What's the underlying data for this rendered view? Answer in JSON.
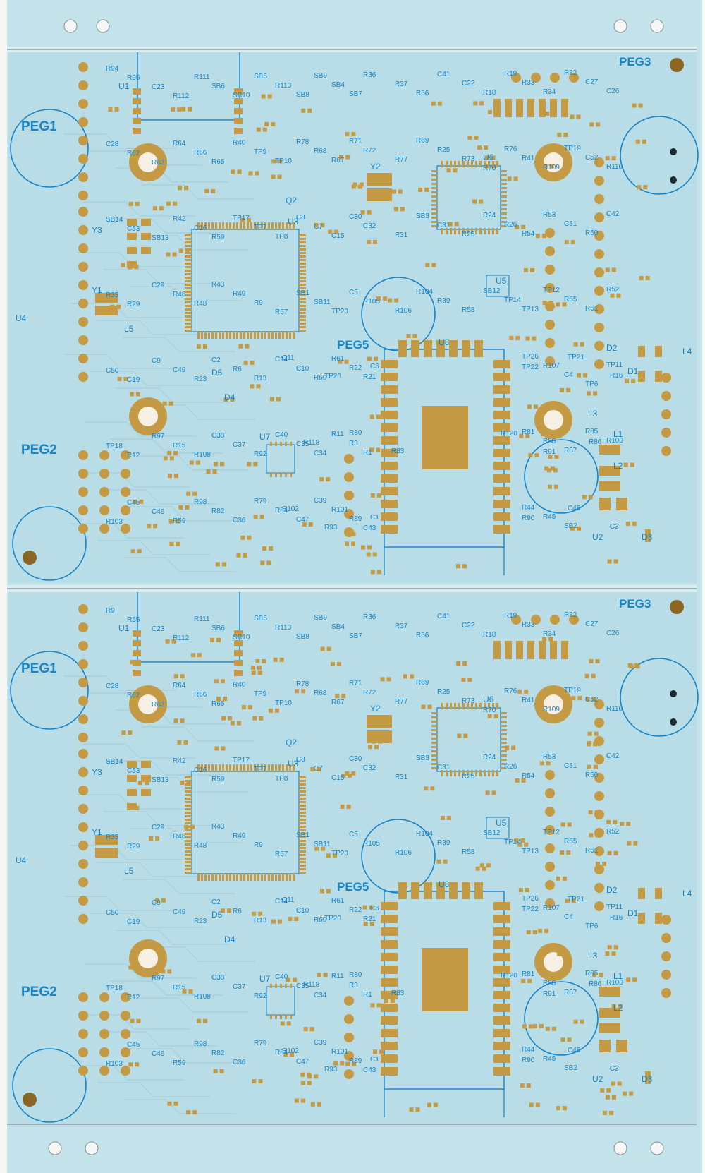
{
  "colors": {
    "background": "#f7f8f6",
    "board": "#b9dde6",
    "rail": "#c4e2ea",
    "silkscreen": "#1684c9",
    "pad": "#c49a45",
    "pad_dark": "#8a6524",
    "trace": "#a9d2dc",
    "separator": "#7d8f93"
  },
  "panel": {
    "boards": [
      {
        "id": "top",
        "peg_labels": [
          "PEG1",
          "PEG2",
          "PEG3",
          "PEG5"
        ],
        "ic_labels": [
          "U1",
          "U2",
          "U3",
          "U4",
          "U5",
          "U6",
          "U7",
          "U8",
          "Y1",
          "Y2",
          "Y3",
          "Q2",
          "D1",
          "D2",
          "D3",
          "D4",
          "D5",
          "L1",
          "L2",
          "L3",
          "L4",
          "L5"
        ],
        "small_labels": [
          "R94",
          "R95",
          "C23",
          "R112",
          "R111",
          "SB6",
          "SB10",
          "SB5",
          "R113",
          "SB8",
          "SB9",
          "SB4",
          "SB7",
          "R36",
          "R37",
          "R56",
          "C41",
          "C22",
          "R18",
          "R19",
          "R33",
          "R34",
          "R32",
          "C27",
          "C26",
          "C28",
          "R62",
          "R63",
          "R64",
          "R66",
          "R65",
          "R40",
          "TP9",
          "TP10",
          "R78",
          "R68",
          "R67",
          "R71",
          "R72",
          "R77",
          "R69",
          "R25",
          "R73",
          "R70",
          "R76",
          "R41",
          "R109",
          "TP19",
          "C52",
          "R110",
          "SB14",
          "C53",
          "SB13",
          "R42",
          "C16",
          "R59",
          "TP17",
          "TP7",
          "TP8",
          "C8",
          "C7",
          "C15",
          "C30",
          "C32",
          "R31",
          "SB3",
          "C31",
          "R25",
          "R24",
          "R26",
          "R54",
          "R53",
          "C51",
          "R50",
          "C42",
          "R35",
          "R29",
          "C29",
          "R46",
          "R48",
          "R43",
          "R49",
          "R9",
          "R57",
          "SB1",
          "SB11",
          "TP23",
          "C5",
          "R105",
          "R106",
          "R104",
          "R39",
          "R58",
          "SB12",
          "TP14",
          "TP13",
          "TP12",
          "R55",
          "R51",
          "R52",
          "C50",
          "C19",
          "C9",
          "C49",
          "R23",
          "C2",
          "R6",
          "R13",
          "C14",
          "C10",
          "R60",
          "R61",
          "R22",
          "R21",
          "C11",
          "TP22",
          "TP20",
          "TP21",
          "C6",
          "R16",
          "TP26",
          "R107",
          "C4",
          "TP6",
          "TP11",
          "TP18",
          "R12",
          "R97",
          "R15",
          "R108",
          "C38",
          "C37",
          "R92",
          "C40",
          "C35",
          "C34",
          "R11",
          "R3",
          "R1",
          "R120",
          "R118",
          "R91",
          "R80",
          "R86",
          "R83",
          "R81",
          "R88",
          "R87",
          "R85",
          "R100",
          "R103",
          "C45",
          "C46",
          "R59",
          "R98",
          "R82",
          "C36",
          "R79",
          "R84",
          "C47",
          "C39",
          "R101",
          "R89",
          "C43",
          "R102",
          "R90",
          "R93",
          "C48",
          "C1",
          "C3",
          "R44",
          "R45",
          "SB2"
        ]
      },
      {
        "id": "bottom",
        "peg_labels": [
          "PEG1",
          "PEG2",
          "PEG3",
          "PEG5"
        ],
        "ic_labels": [
          "U1",
          "U2",
          "U3",
          "U4",
          "U5",
          "U6",
          "U7",
          "U8",
          "Y1",
          "Y2",
          "Y3",
          "Q2",
          "D1",
          "D2",
          "D3",
          "D4",
          "D5",
          "L1",
          "L2",
          "L3",
          "L4",
          "L5"
        ],
        "small_labels": [
          "R9",
          "R55",
          "C23",
          "R112",
          "R111",
          "SB6",
          "SB10",
          "SB5",
          "R113",
          "SB8",
          "SB9",
          "SB4",
          "SB7",
          "R36",
          "R37",
          "R56",
          "C41",
          "C22",
          "R18",
          "R19",
          "R33",
          "R34",
          "R32",
          "C27",
          "C26",
          "C28",
          "R62",
          "R63",
          "R64",
          "R66",
          "R65",
          "R40",
          "TP9",
          "TP10",
          "R78",
          "R68",
          "R67",
          "R71",
          "R72",
          "R77",
          "R69",
          "R25",
          "R73",
          "R70",
          "R76",
          "R41",
          "R109",
          "TP19",
          "C52",
          "R110",
          "SB14",
          "C53",
          "SB13",
          "R42",
          "C16",
          "R59",
          "TP17",
          "TP7",
          "TP8",
          "C8",
          "C7",
          "C15",
          "C30",
          "C32",
          "R31",
          "SB3",
          "C31",
          "R25",
          "R24",
          "R26",
          "R54",
          "R53",
          "C51",
          "R50",
          "C42",
          "R35",
          "R29",
          "C29",
          "R46",
          "R48",
          "R43",
          "R49",
          "R9",
          "R57",
          "SB1",
          "SB11",
          "TP23",
          "C5",
          "R105",
          "R106",
          "R104",
          "R39",
          "R58",
          "SB12",
          "TP14",
          "TP13",
          "TP12",
          "R55",
          "R51",
          "R52",
          "C50",
          "C19",
          "C9",
          "C49",
          "R23",
          "C2",
          "R6",
          "R13",
          "C14",
          "C10",
          "R60",
          "R61",
          "R22",
          "R21",
          "C11",
          "TP22",
          "TP20",
          "TP21",
          "C6",
          "R16",
          "TP26",
          "R107",
          "C4",
          "TP6",
          "TP11",
          "TP18",
          "R12",
          "R97",
          "R15",
          "R108",
          "C38",
          "C37",
          "R92",
          "C40",
          "C35",
          "C34",
          "R11",
          "R3",
          "R1",
          "R120",
          "R118",
          "R91",
          "R80",
          "R86",
          "R83",
          "R81",
          "R88",
          "R87",
          "R85",
          "R100",
          "R103",
          "C45",
          "C46",
          "R59",
          "R98",
          "R82",
          "C36",
          "R79",
          "R84",
          "C47",
          "C39",
          "R101",
          "R89",
          "C43",
          "R102",
          "R90",
          "R93",
          "C48",
          "C1",
          "C3",
          "R44",
          "R45",
          "SB2"
        ]
      }
    ]
  }
}
